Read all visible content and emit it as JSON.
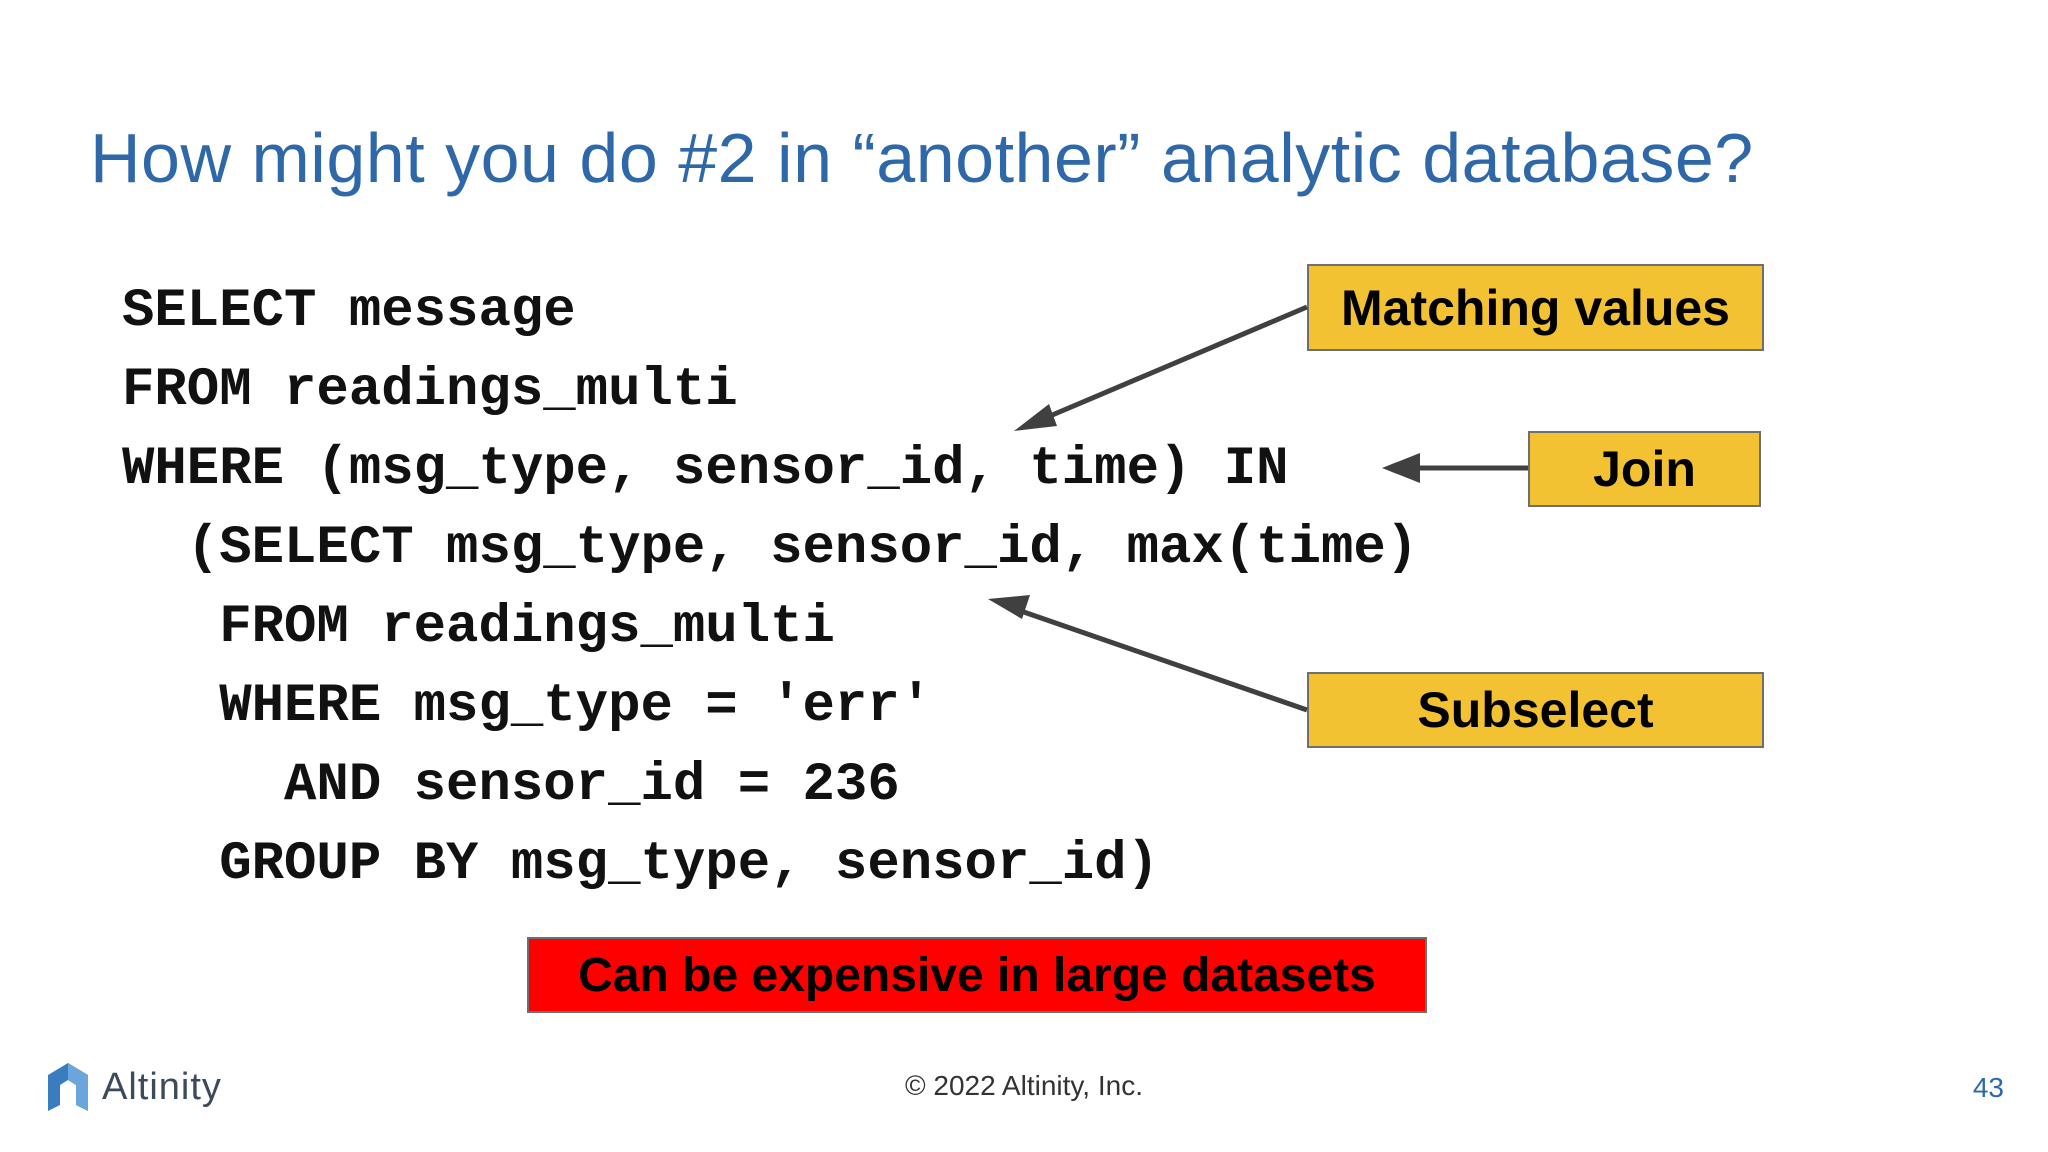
{
  "slide": {
    "title": "How might you do #2 in “another” analytic database?",
    "code_lines": [
      "SELECT message",
      "FROM readings_multi",
      "WHERE (msg_type, sensor_id, time) IN",
      "  (SELECT msg_type, sensor_id, max(time)",
      "   FROM readings_multi",
      "   WHERE msg_type = 'err'",
      "     AND sensor_id = 236",
      "   GROUP BY msg_type, sensor_id)"
    ],
    "callouts": {
      "matching_values": "Matching values",
      "join": "Join",
      "subselect": "Subselect"
    },
    "warning": "Can be expensive in large datasets"
  },
  "footer": {
    "logo_text": "Altinity",
    "copyright": "© 2022 Altinity, Inc.",
    "page_number": "43"
  },
  "colors": {
    "title": "#2e68a8",
    "callout_fill": "#f2c232",
    "warning_fill": "#ff0000",
    "arrow": "#404040"
  }
}
